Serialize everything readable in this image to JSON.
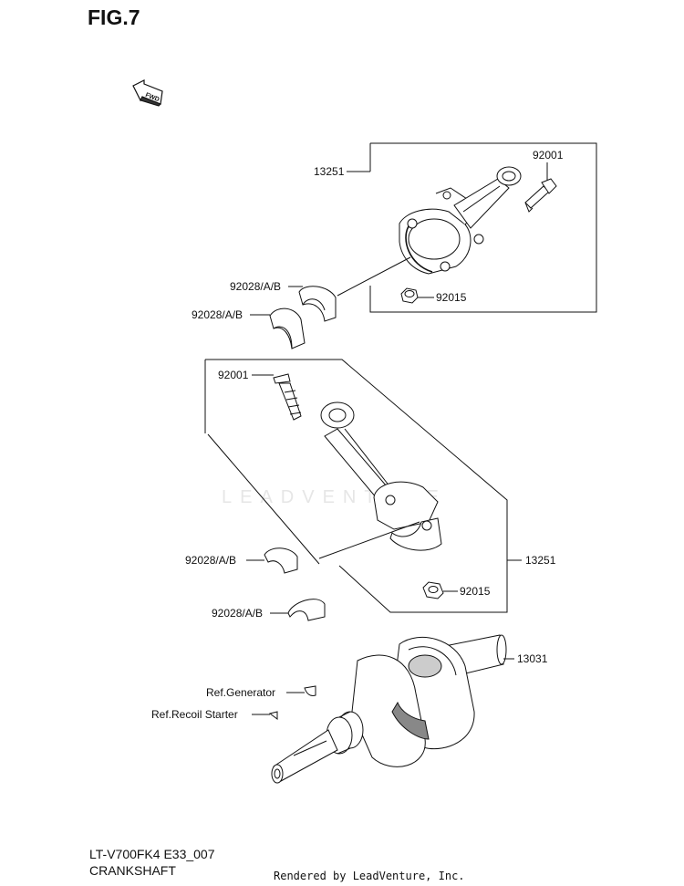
{
  "figure": {
    "title": "FIG.7",
    "direction_badge": "FWD",
    "watermark": "LEADVENTURE",
    "model_code": "LT-V700FK4 E33_007",
    "section_name": "CRANKSHAFT",
    "render_credit": "Rendered by LeadVenture, Inc."
  },
  "callouts": {
    "rod_assy_top": "13251",
    "bolt_top": "92001",
    "nut_top": "92015",
    "bearing_top_a": "92028/A/B",
    "bearing_top_b": "92028/A/B",
    "bolt_mid": "92001",
    "rod_assy_mid": "13251",
    "nut_mid": "92015",
    "bearing_mid_a": "92028/A/B",
    "bearing_mid_b": "92028/A/B",
    "crankshaft": "13031",
    "ref_generator": "Ref.Generator",
    "ref_recoil": "Ref.Recoil Starter"
  },
  "colors": {
    "line": "#111111",
    "part_fill": "#ffffff",
    "shade": "#8a8a8a",
    "watermark": "#e6e6e6"
  }
}
